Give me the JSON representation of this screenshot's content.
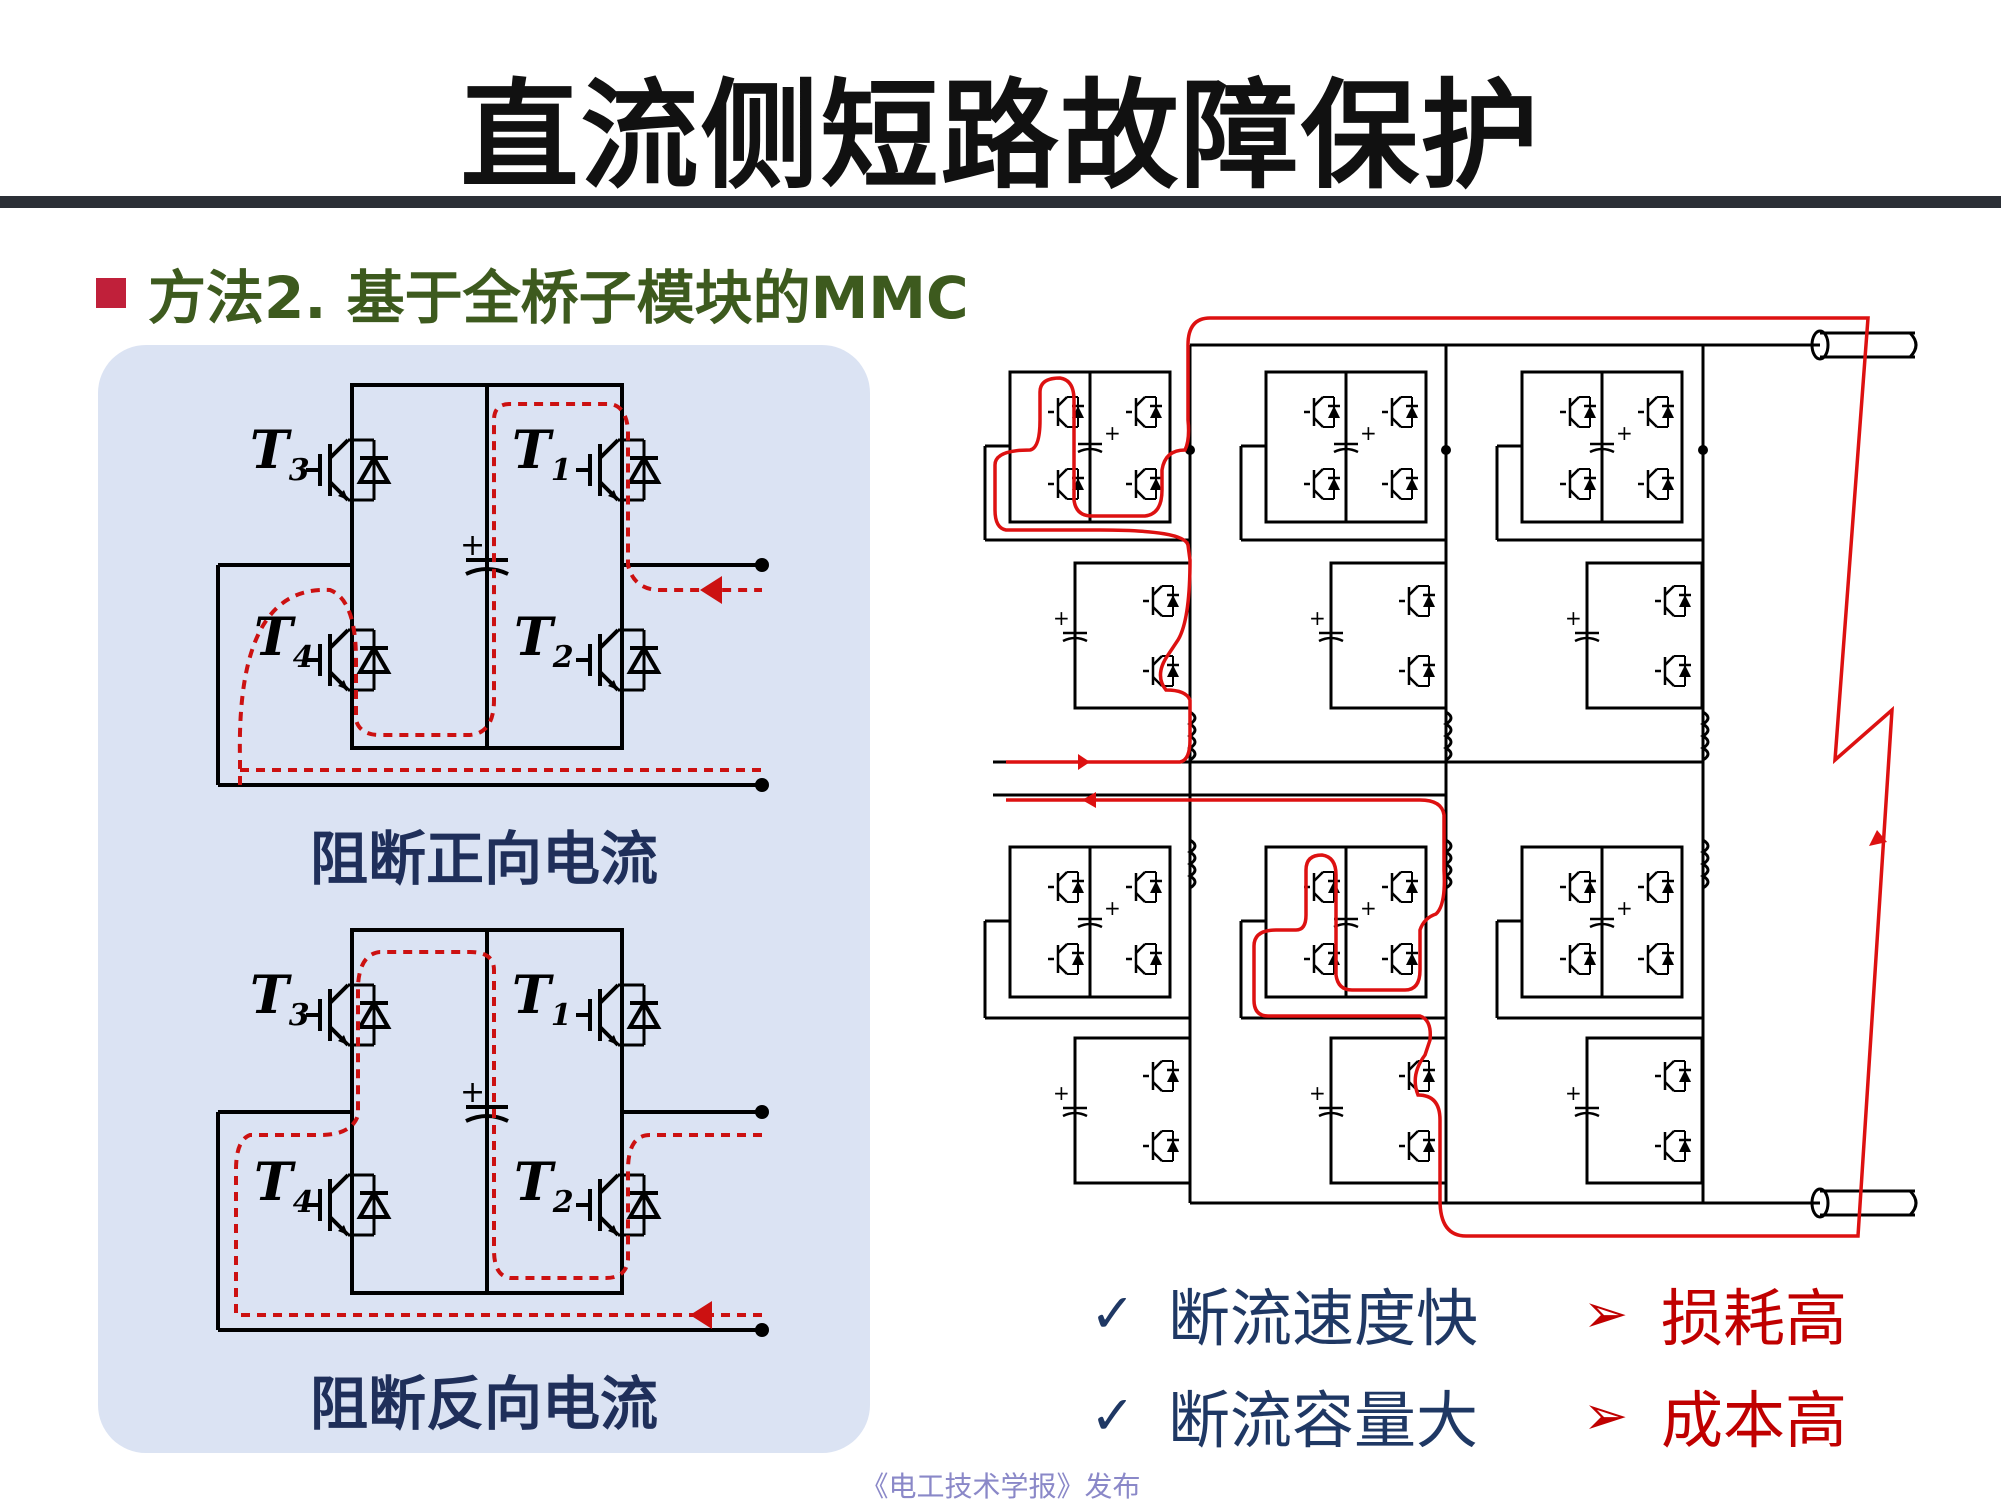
{
  "title": "直流侧短路故障保护",
  "section": {
    "heading": "方法2. 基于全桥子模块的MMC"
  },
  "left_panel": {
    "caption_forward": "阻断正向电流",
    "caption_reverse": "阻断反向电流",
    "switch_labels": {
      "t1": "T",
      "t1_sub": "1",
      "t2": "T",
      "t2_sub": "2",
      "t3": "T",
      "t3_sub": "3",
      "t4": "T",
      "t4_sub": "4"
    }
  },
  "advantages": [
    {
      "mark": "✓",
      "text": "断流速度快"
    },
    {
      "mark": "✓",
      "text": "断流容量大"
    }
  ],
  "disadvantages": [
    {
      "mark": "➢",
      "text": "损耗高"
    },
    {
      "mark": "➢",
      "text": "成本高"
    }
  ],
  "footer": "《电工技术学报》发布",
  "colors": {
    "fault_path": "#dd1111",
    "caption": "#1f2f5a",
    "section": "#3d5a1e",
    "panel": "#dbe3f3"
  }
}
